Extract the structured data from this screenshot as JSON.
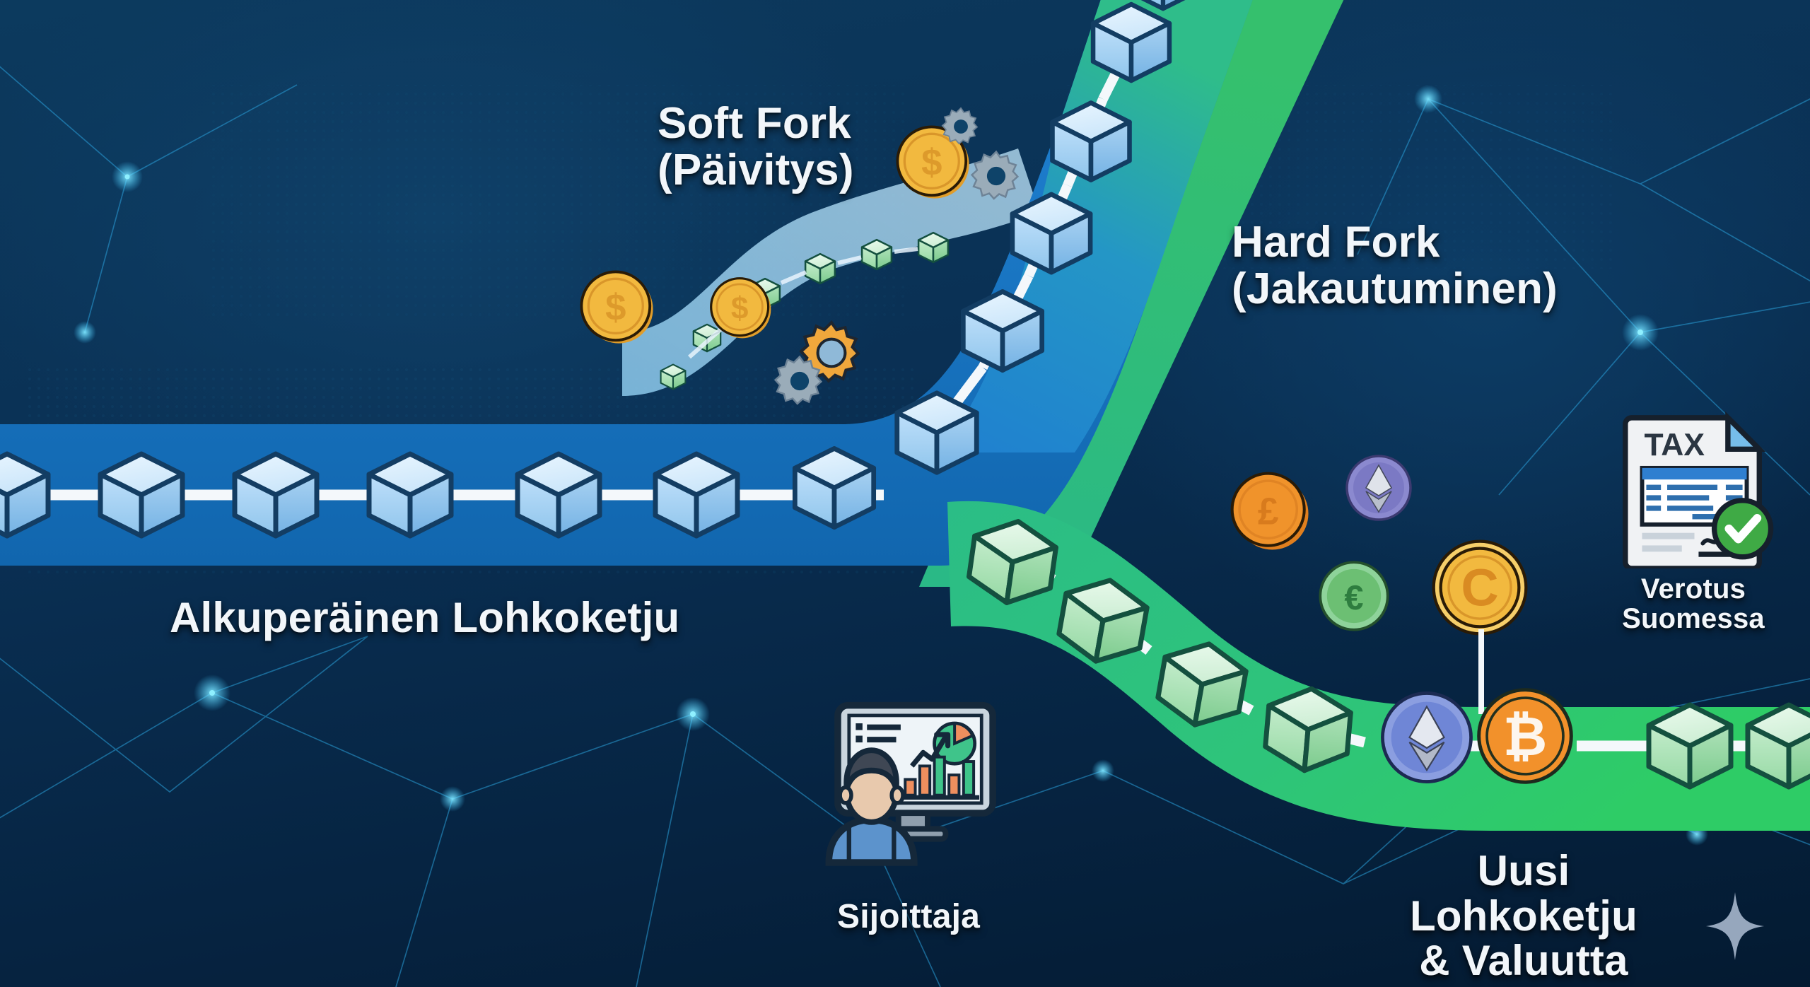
{
  "meta": {
    "title": "Blockchain Fork Infographic (Finnish)",
    "language": "fi"
  },
  "palette": {
    "bg_deep_navy": "#06223c",
    "bg_mid_navy": "#0d3a5e",
    "network_line": "#2aa6e0",
    "network_node": "#3ec8ff",
    "chain_blue_band": "#1878c8",
    "chain_blue_band_dark": "#1464ab",
    "chain_green_band": "#2fbd7f",
    "chain_green_band_bright": "#2ecc71",
    "cube_blue_light": "#d9ecfb",
    "cube_blue_mid": "#8fc5ec",
    "cube_blue_dark": "#6fb0e3",
    "cube_outline_navy": "#133d63",
    "cube_green_light": "#dff5e3",
    "cube_green_mid": "#9fdcab",
    "cube_green_dark": "#7fcf94",
    "cube_outline_teal": "#14503f",
    "coin_gold": "#f0b githubusercontent",
    "coin_gold_fill": "#f2b93f",
    "coin_orange": "#f0932b",
    "coin_green": "#6cbf73",
    "coin_purple": "#7b79c4",
    "coin_blue": "#6f86d6",
    "coin_bitcoin": "#f2912b",
    "gear_gray": "#9aacb9",
    "gear_orange": "#f0a73c",
    "white_link": "#f4f8fb",
    "text_white": "#f2f6fa",
    "check_green": "#3faa45",
    "tax_paper": "#f0f2f4",
    "sparkle_gray": "#96a7bd",
    "person_shirt": "#5c93cc",
    "person_hair": "#3f4754",
    "monitor_frame": "#15283a"
  },
  "labels": {
    "soft_fork": {
      "line1": "Soft Fork",
      "line2": "(Päivitys)"
    },
    "hard_fork": {
      "line1": "Hard Fork",
      "line2": "(Jakautuminen)"
    },
    "original_chain": "Alkuperäinen Lohkoketju",
    "new_chain": {
      "line1": "Uusi Lohkoketju",
      "line2": "& Valuutta"
    },
    "investor": "Sijoittaja",
    "taxation": {
      "line1": "Verotus",
      "line2": "Suomessa"
    }
  },
  "icons": {
    "tax_document": {
      "name": "tax-document-icon",
      "heading": "TAX",
      "badge": "check-circle-icon"
    },
    "investor_workstation": {
      "name": "investor-monitor-icon",
      "screen_contents": [
        "pie-chart",
        "bar-chart",
        "trend-arrow-up",
        "list-lines"
      ]
    },
    "sparkle": {
      "name": "sparkle-star-icon"
    },
    "gears": [
      {
        "name": "gear-icon-small-gray",
        "color": "#9aacb9"
      },
      {
        "name": "gear-icon-medium-gray",
        "color": "#9aacb9"
      },
      {
        "name": "gear-icon-orange",
        "color": "#f0a73c"
      },
      {
        "name": "gear-icon-gray-pair",
        "color": "#9aacb9"
      }
    ]
  },
  "coins": [
    {
      "name": "dollar-coin-icon",
      "symbol": "$",
      "color": "#f2b93f",
      "group": "soft-fork"
    },
    {
      "name": "dollar-coin-icon",
      "symbol": "$",
      "color": "#f2b93f",
      "group": "soft-fork"
    },
    {
      "name": "dollar-coin-icon",
      "symbol": "$",
      "color": "#f2b93f",
      "group": "soft-fork"
    },
    {
      "name": "pound-coin-icon",
      "symbol": "£",
      "color": "#f0932b",
      "group": "new-currency"
    },
    {
      "name": "ethereum-coin-icon",
      "symbol": "Ξ",
      "color": "#7b79c4",
      "group": "new-currency"
    },
    {
      "name": "euro-coin-icon",
      "symbol": "€",
      "color": "#6cbf73",
      "group": "new-currency"
    },
    {
      "name": "crypto-coin-icon",
      "symbol": "C",
      "color": "#f2b93f",
      "group": "new-currency"
    },
    {
      "name": "ethereum-coin-icon",
      "symbol": "Ξ",
      "color": "#6f86d6",
      "group": "green-chain"
    },
    {
      "name": "bitcoin-coin-icon",
      "symbol": "B",
      "color": "#f2912b",
      "group": "green-chain"
    }
  ],
  "chains": {
    "original": {
      "name": "original-blockchain-band",
      "color": "#1878c8",
      "block_count": 8
    },
    "soft_fork_branch": {
      "name": "soft-fork-branch-band",
      "color": "#a8d8f5",
      "block_count": 5
    },
    "hard_fork_up": {
      "name": "hard-fork-upper-band",
      "color": "#2fbd7f",
      "block_count": 7
    },
    "hard_fork_down": {
      "name": "hard-fork-lower-band",
      "color": "#2fbd7f",
      "block_count": 7
    }
  }
}
